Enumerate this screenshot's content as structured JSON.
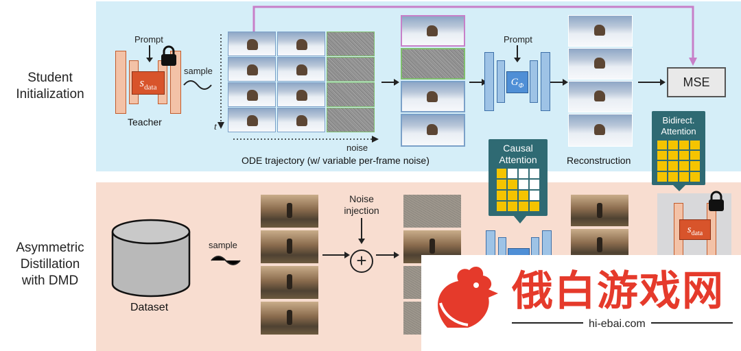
{
  "row_labels": {
    "top": [
      "Student",
      "Initialization"
    ],
    "bottom": [
      "Asymmetric",
      "Distillation",
      "with DMD"
    ]
  },
  "teacher": {
    "prompt_label": "Prompt",
    "name": "Teacher",
    "score_symbol": "s",
    "score_subscript": "data",
    "sample_label": "sample",
    "lock_icon": "lock-icon"
  },
  "ode": {
    "time_axis": "t",
    "noise_axis": "noise",
    "caption": "ODE trajectory (w/ variable per-frame noise)"
  },
  "student": {
    "prompt_label": "Prompt",
    "generator_symbol": "G",
    "generator_subscript": "Φ",
    "reconstruction_caption": "Reconstruction",
    "loss_label": "MSE"
  },
  "attention": {
    "causal_label": [
      "Causal",
      "Attention"
    ],
    "bidirect_label": [
      "Bidirect.",
      "Attention"
    ]
  },
  "distillation": {
    "dataset_label": "Dataset",
    "sample_label": "sample",
    "noise_injection_label": [
      "Noise",
      "injection"
    ],
    "plus_symbol": "+"
  },
  "watermark": {
    "brand": "俄白游戏网",
    "url": "hi-ebai.com"
  },
  "colors": {
    "top_panel": "#d5eef8",
    "bottom_panel": "#f8ddd0",
    "teacher_bar": "#f3c2a7",
    "teacher_center": "#d8542b",
    "student_bar": "#9ec3e6",
    "attention_yellow": "#f5c400",
    "connector_purple": "#c77fc8",
    "watermark_red": "#e53a2b"
  }
}
